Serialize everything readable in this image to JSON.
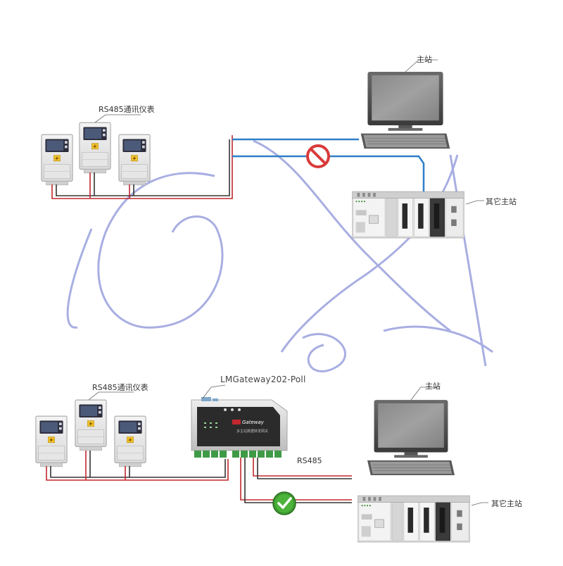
{
  "top": {
    "meters_label": "RS485通讯仪表",
    "master_label": "主站",
    "other_master_label": "其它主站"
  },
  "bottom": {
    "meters_label": "RS485通讯仪表",
    "gateway_label": "LMGateway202-Poll",
    "gateway_brand": "Gateway",
    "gateway_subtitle": "多主站数据转发网关",
    "bus_label": "RS485",
    "master_label": "主站",
    "other_master_label": "其它主站"
  },
  "status": {
    "blocked": "prohibited-icon",
    "allowed": "check-icon"
  },
  "colors": {
    "bus_red": "#c0282d",
    "bus_dark": "#333333",
    "link_blue": "#2e7fc9",
    "watermark": "#9fa6df",
    "prohibit": "#d93a3a",
    "check": "#3c9a2e"
  }
}
